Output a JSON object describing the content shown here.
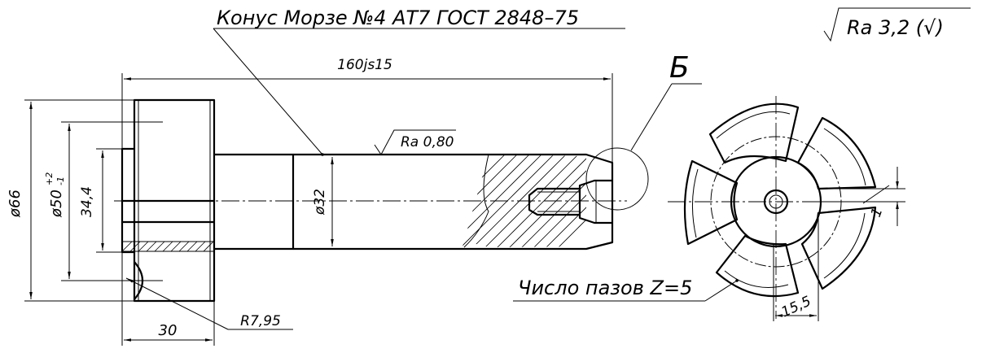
{
  "title_note": "Конус Морзе №4  АТ7 ГОСТ 2848–75",
  "general_roughness": "Ra 3,2 (√)",
  "surface_roughness": "Ra 0,80",
  "detail_callout": "Б",
  "tooth_count_note": "Число пазов Z=5",
  "dimensions": {
    "length_total": "160js15",
    "diameter_66": "ø66",
    "diameter_50": "ø50",
    "diameter_50_tol_upper": "+2",
    "diameter_50_tol_lower": "-1",
    "diameter_34": "34,4",
    "diameter_32": "ø32",
    "width_30": "30",
    "radius": "R7,95",
    "slot_width": "15,5",
    "tooth_offset": "1"
  }
}
